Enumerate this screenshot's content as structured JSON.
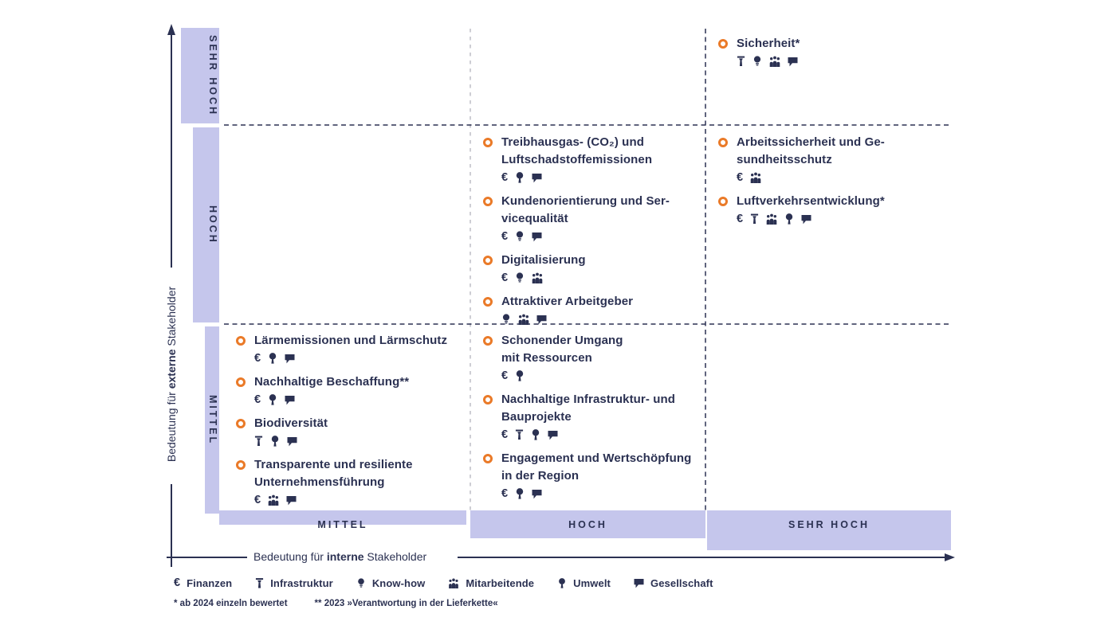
{
  "colors": {
    "band_lavender": "#c5c6ec",
    "text_navy": "#2b3152",
    "bullet_orange": "#ea7a28",
    "gridline_gray": "#b9b9c2"
  },
  "axis_labels": {
    "y_prefix": "Bedeutung für ",
    "y_bold": "externe",
    "y_suffix": " Stakeholder",
    "x_prefix": "Bedeutung für ",
    "x_bold": "interne",
    "x_suffix": " Stakeholder"
  },
  "chart_data": {
    "type": "scatter",
    "subtype": "materiality-matrix",
    "x_axis": {
      "label": "Bedeutung für interne Stakeholder",
      "categories": [
        "MITTEL",
        "HOCH",
        "SEHR HOCH"
      ]
    },
    "y_axis": {
      "label": "Bedeutung für externe Stakeholder",
      "categories": [
        "MITTEL",
        "HOCH",
        "SEHR HOCH"
      ]
    },
    "grid": "dashed",
    "points": [
      {
        "y": "SEHR HOCH",
        "x": "SEHR HOCH",
        "label_lines": [
          "Sicherheit*"
        ],
        "icons": [
          "infrastruktur",
          "know-how",
          "mitarbeitende",
          "gesellschaft"
        ]
      },
      {
        "y": "HOCH",
        "x": "HOCH",
        "label_lines": [
          "Treibhausgas- (CO₂) und",
          "Luftschadstoffemissionen"
        ],
        "icons": [
          "finanzen",
          "umwelt",
          "gesellschaft"
        ]
      },
      {
        "y": "HOCH",
        "x": "HOCH",
        "label_lines": [
          "Kundenorientierung und Ser-",
          "vicequalität"
        ],
        "icons": [
          "finanzen",
          "know-how",
          "gesellschaft"
        ]
      },
      {
        "y": "HOCH",
        "x": "HOCH",
        "label_lines": [
          "Digitalisierung"
        ],
        "icons": [
          "finanzen",
          "know-how",
          "mitarbeitende"
        ]
      },
      {
        "y": "HOCH",
        "x": "HOCH",
        "label_lines": [
          "Attraktiver Arbeitgeber"
        ],
        "icons": [
          "know-how",
          "mitarbeitende",
          "gesellschaft"
        ]
      },
      {
        "y": "HOCH",
        "x": "SEHR HOCH",
        "label_lines": [
          "Arbeitssicherheit und Ge-",
          "sundheitsschutz"
        ],
        "icons": [
          "finanzen",
          "mitarbeitende"
        ]
      },
      {
        "y": "HOCH",
        "x": "SEHR HOCH",
        "label_lines": [
          "Luftverkehrsentwicklung*"
        ],
        "icons": [
          "finanzen",
          "infrastruktur",
          "mitarbeitende",
          "umwelt",
          "gesellschaft"
        ]
      },
      {
        "y": "MITTEL",
        "x": "MITTEL",
        "label_lines": [
          "Lärmemissionen und Lärmschutz"
        ],
        "icons": [
          "finanzen",
          "umwelt",
          "gesellschaft"
        ]
      },
      {
        "y": "MITTEL",
        "x": "MITTEL",
        "label_lines": [
          "Nachhaltige Beschaffung**"
        ],
        "icons": [
          "finanzen",
          "umwelt",
          "gesellschaft"
        ]
      },
      {
        "y": "MITTEL",
        "x": "MITTEL",
        "label_lines": [
          "Biodiversität"
        ],
        "icons": [
          "infrastruktur",
          "umwelt",
          "gesellschaft"
        ]
      },
      {
        "y": "MITTEL",
        "x": "MITTEL",
        "label_lines": [
          "Transparente und resiliente",
          "Unternehmensführung"
        ],
        "icons": [
          "finanzen",
          "mitarbeitende",
          "gesellschaft"
        ]
      },
      {
        "y": "MITTEL",
        "x": "HOCH",
        "label_lines": [
          "Schonender Umgang",
          "mit Ressourcen"
        ],
        "icons": [
          "finanzen",
          "umwelt"
        ]
      },
      {
        "y": "MITTEL",
        "x": "HOCH",
        "label_lines": [
          "Nachhaltige Infrastruktur- und",
          "Bauprojekte"
        ],
        "icons": [
          "finanzen",
          "infrastruktur",
          "umwelt",
          "gesellschaft"
        ]
      },
      {
        "y": "MITTEL",
        "x": "HOCH",
        "label_lines": [
          "Engagement und Wertschöpfung",
          "in der Region"
        ],
        "icons": [
          "finanzen",
          "umwelt",
          "gesellschaft"
        ]
      }
    ]
  },
  "legend": {
    "items": [
      {
        "icon": "finanzen",
        "label": "Finanzen"
      },
      {
        "icon": "infrastruktur",
        "label": "Infrastruktur"
      },
      {
        "icon": "know-how",
        "label": "Know-how"
      },
      {
        "icon": "mitarbeitende",
        "label": "Mitarbeitende"
      },
      {
        "icon": "umwelt",
        "label": "Umwelt"
      },
      {
        "icon": "gesellschaft",
        "label": "Gesellschaft"
      }
    ]
  },
  "footnotes": [
    "* ab 2024 einzeln bewertet",
    "** 2023 »Verantwortung in der Lieferkette«"
  ]
}
